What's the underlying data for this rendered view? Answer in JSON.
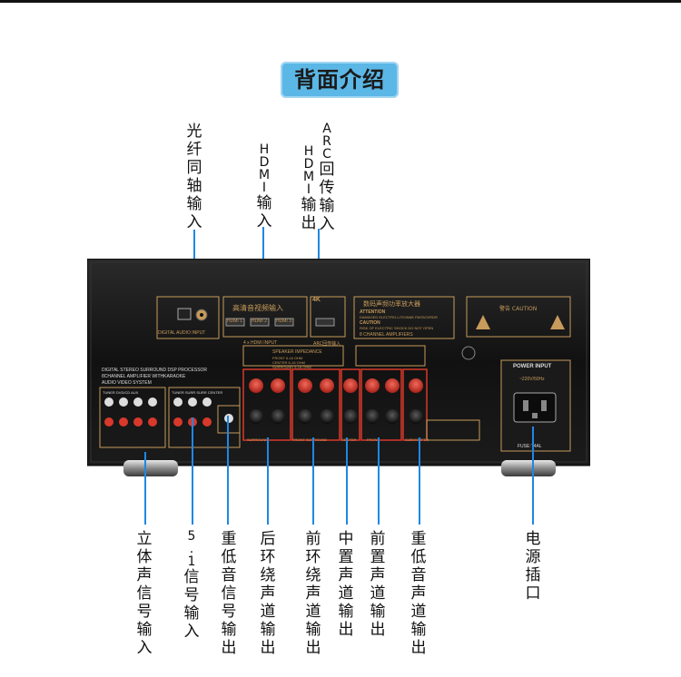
{
  "title": "背面介绍",
  "top_labels": [
    {
      "id": "optical-coax-input-label",
      "text": "光纤同轴输入"
    },
    {
      "id": "hdmi-input-label",
      "text": "HDMI输入"
    },
    {
      "id": "arc-hdmi-output-label-1",
      "text": "ARC回传输入"
    },
    {
      "id": "arc-hdmi-output-label-2",
      "text": "HDMI输出"
    }
  ],
  "bottom_labels": [
    {
      "id": "stereo-signal-input-label",
      "text": "立体声信号输入"
    },
    {
      "id": "surround51-signal-input-label",
      "text": "5.1信号输入"
    },
    {
      "id": "subwoofer-signal-output-label",
      "text": "重低音信号输出"
    },
    {
      "id": "rear-surround-output-label",
      "text": "后环绕声道输出"
    },
    {
      "id": "front-surround-output-label",
      "text": "前环绕声道输出"
    },
    {
      "id": "center-channel-output-label",
      "text": "中置声道输出"
    },
    {
      "id": "front-channel-output-label",
      "text": "前置声道输出"
    },
    {
      "id": "subwoofer-output-label",
      "text": "重低音声道输出"
    },
    {
      "id": "power-socket-label",
      "text": "电源插口"
    }
  ],
  "panel": {
    "optical_label": "DIGITAL AUDIO INPUT",
    "hdmi_header": "高清音视频输入",
    "hdmi_ports": [
      "HDMI 1",
      "HDMI 2",
      "HDMI 3"
    ],
    "hdmi_caption": "4 x HDMI INPUT",
    "arc_badge": "4K",
    "arc_caption": "ARC回传输入",
    "amp_title": "数码声频功率放大器",
    "attention_lines": [
      "ATTENTION",
      "DAMAGED ELECTRO-LITIONNE PASSOVRDR",
      "CAUTION",
      "RISK OF ELECTRIC SHOCK DO NOT OPEN"
    ],
    "amp_channels": "8 CHANNEL AMPLIFIERS",
    "caution_title": "警告 CAUTION",
    "dsp_lines": [
      "DIGITAL STEREO SURROUND DSP PROCESSOR",
      "8CHANNEL AMPLIFIER WITHKARAOKE",
      "AUDIO VIDEO SYSTEM"
    ],
    "speaker_impedance_title": "SPEAKER IMPEDANCE",
    "speaker_rows": [
      "FRONT  6-16 OHM",
      "CENTER  6-16 OHM",
      "SURROUND  6-16 OHM"
    ],
    "power_input": "POWER INPUT",
    "power_spec": "~220V/50Hz",
    "fuse": "FUSE:T4AL",
    "speaker_labels": [
      "SURROUND",
      "FRONT SURROUND",
      "CENTER",
      "FRONT",
      "SUBWOOFER"
    ],
    "input_groups": [
      "TUNER DVD/CD AUX",
      "TUNER SURR SURR CENTER"
    ]
  },
  "colors": {
    "accent": "#1e88e5",
    "title_bg": "#5bb7e6",
    "panel": "#141414",
    "gold": "#c79b5b",
    "red_terminal": "#d8392b"
  }
}
